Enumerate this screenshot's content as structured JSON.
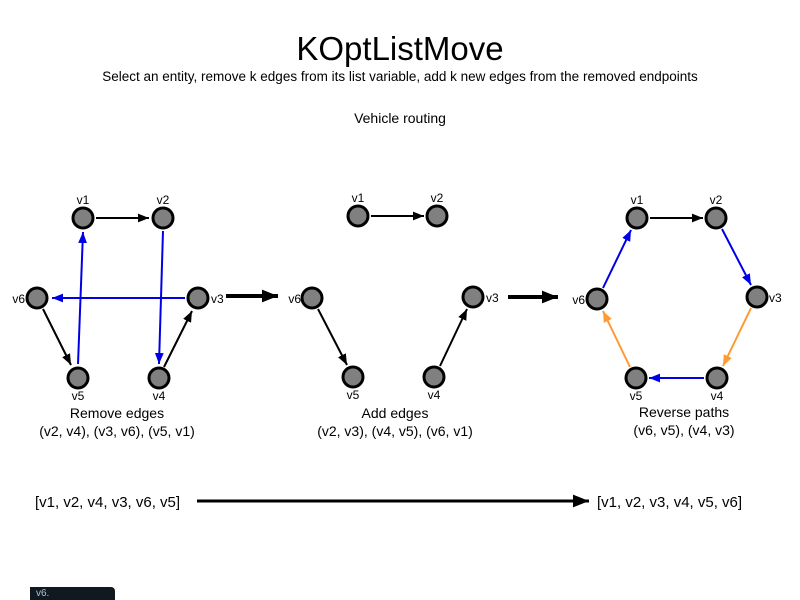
{
  "header": {
    "title": "KOptListMove",
    "subtitle": "Select an entity, remove k edges from its list variable, add k new edges from the removed endpoints",
    "context_label": "Vehicle routing"
  },
  "node_labels": {
    "v1": "v1",
    "v2": "v2",
    "v3": "v3",
    "v4": "v4",
    "v5": "v5",
    "v6": "v6"
  },
  "graphs": [
    {
      "name": "remove-edges",
      "caption": "Remove edges",
      "edge_list": "(v2, v4), (v3, v6), (v5, v1)",
      "edges": [
        {
          "from": "v1",
          "to": "v2",
          "color": "black"
        },
        {
          "from": "v6",
          "to": "v5",
          "color": "black"
        },
        {
          "from": "v4",
          "to": "v3",
          "color": "black"
        },
        {
          "from": "v5",
          "to": "v1",
          "color": "blue"
        },
        {
          "from": "v2",
          "to": "v4",
          "color": "blue"
        },
        {
          "from": "v3",
          "to": "v6",
          "color": "blue"
        }
      ]
    },
    {
      "name": "add-edges",
      "caption": "Add edges",
      "edge_list": "(v2, v3), (v4, v5), (v6, v1)",
      "edges": [
        {
          "from": "v1",
          "to": "v2",
          "color": "black"
        },
        {
          "from": "v6",
          "to": "v5",
          "color": "black"
        },
        {
          "from": "v4",
          "to": "v3",
          "color": "black"
        }
      ]
    },
    {
      "name": "reverse-paths",
      "caption": "Reverse paths",
      "edge_list": "(v6, v5), (v4, v3)",
      "edges": [
        {
          "from": "v1",
          "to": "v2",
          "color": "black"
        },
        {
          "from": "v6",
          "to": "v1",
          "color": "blue"
        },
        {
          "from": "v2",
          "to": "v3",
          "color": "blue"
        },
        {
          "from": "v3",
          "to": "v4",
          "color": "orange"
        },
        {
          "from": "v4",
          "to": "v5",
          "color": "blue"
        },
        {
          "from": "v5",
          "to": "v6",
          "color": "orange"
        }
      ]
    }
  ],
  "footer": {
    "list_before": "[v1, v2, v4, v3, v6, v5]",
    "list_after": "[v1, v2, v3, v4, v5, v6]"
  },
  "status_bar": {
    "text": "v6."
  },
  "colors": {
    "node_fill": "#808080",
    "node_stroke": "#000000",
    "edge_black": "#000000",
    "edge_blue": "#0000e6",
    "edge_orange": "#ff9933"
  }
}
